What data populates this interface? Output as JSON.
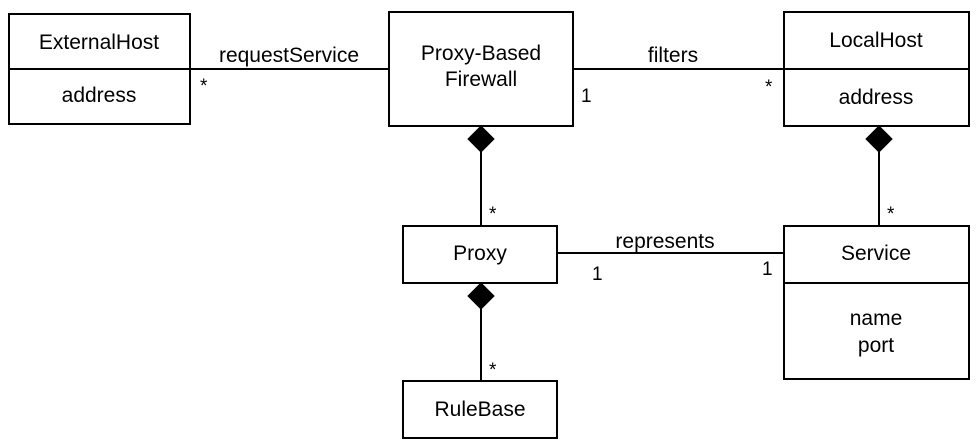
{
  "classes": {
    "external_host": {
      "name": "ExternalHost",
      "attributes": [
        "address"
      ]
    },
    "firewall": {
      "name_lines": [
        "Proxy-Based",
        "Firewall"
      ]
    },
    "local_host": {
      "name": "LocalHost",
      "attributes": [
        "address"
      ]
    },
    "proxy": {
      "name": "Proxy"
    },
    "service": {
      "name": "Service",
      "attributes": [
        "name",
        "port"
      ]
    },
    "rule_base": {
      "name": "RuleBase"
    }
  },
  "associations": {
    "request_service": {
      "label": "requestService",
      "mult_external": "*"
    },
    "filters": {
      "label": "filters",
      "mult_firewall": "1",
      "mult_local": "*"
    },
    "represents": {
      "label": "represents",
      "mult_proxy": "1",
      "mult_service": "1"
    },
    "firewall_proxy": {
      "mult_proxy": "*"
    },
    "local_service": {
      "mult_service": "*"
    },
    "proxy_rulebase": {
      "mult_rulebase": "*"
    }
  }
}
